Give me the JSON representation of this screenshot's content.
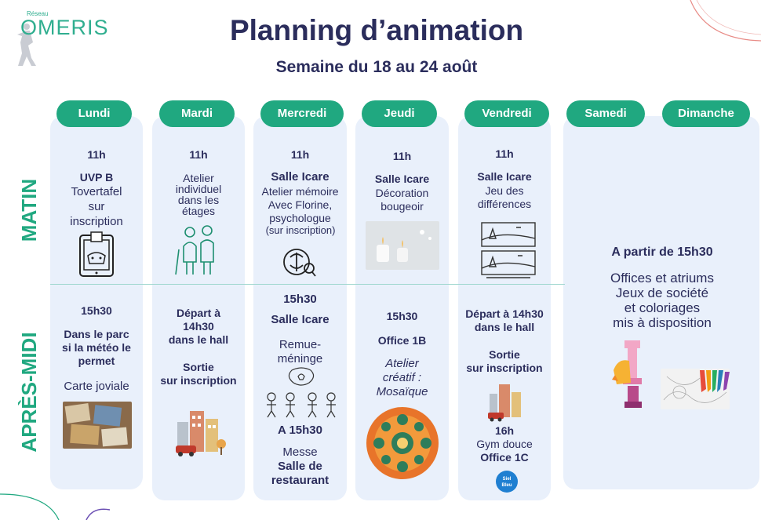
{
  "logo": {
    "small": "Réseau",
    "word": "OMERIS"
  },
  "header": {
    "title": "Planning d’animation",
    "subtitle": "Semaine du 18 au 24 août"
  },
  "periods": {
    "morning": "MATIN",
    "afternoon": "APRÈS-MIDI"
  },
  "days": [
    "Lundi",
    "Mardi",
    "Mercredi",
    "Jeudi",
    "Vendredi",
    "Samedi",
    "Dimanche"
  ],
  "lundi": {
    "am_time": "11h",
    "am_place": "UVP B",
    "am_act1": "Tovertafel",
    "am_act2": "sur",
    "am_act3": "inscription",
    "pm_time": "15h30",
    "pm_place1": "Dans le parc",
    "pm_place2": "si la météo le",
    "pm_place3": "permet",
    "pm_act": "Carte joviale"
  },
  "mardi": {
    "am_time": "11h",
    "am_act1": "Atelier",
    "am_act2": "individuel",
    "am_act3": "dans les",
    "am_act4": "étages",
    "pm_dep1": "Départ à",
    "pm_dep2": "14h30",
    "pm_dep3": "dans le hall",
    "pm_act1": "Sortie",
    "pm_act2": "sur inscription"
  },
  "mercredi": {
    "am_time": "11h",
    "am_place": "Salle Icare",
    "am_act1": "Atelier mémoire",
    "am_act2": "Avec Florine,",
    "am_act3": "psychologue",
    "am_act4": "(sur inscription)",
    "pm_time": "15h30",
    "pm_place": "Salle Icare",
    "pm_act1": "Remue-",
    "pm_act2": "méninge",
    "pm2_time": "A 15h30",
    "pm2_act": "Messe",
    "pm2_place1": "Salle de",
    "pm2_place2": "restaurant"
  },
  "jeudi": {
    "am_time": "11h",
    "am_place": "Salle Icare",
    "am_act1": "Décoration",
    "am_act2": "bougeoir",
    "pm_time": "15h30",
    "pm_place": "Office 1B",
    "pm_act1": "Atelier",
    "pm_act2": "créatif :",
    "pm_act3": "Mosaïque"
  },
  "vendredi": {
    "am_time": "11h",
    "am_place": "Salle Icare",
    "am_act1": "Jeu des",
    "am_act2": "différences",
    "pm_dep1": "Départ à 14h30",
    "pm_dep2": "dans le hall",
    "pm_act1": "Sortie",
    "pm_act2": "sur inscription",
    "pm2_time": "16h",
    "pm2_act": "Gym douce",
    "pm2_place": "Office 1C",
    "badge1": "Siel",
    "badge2": "Bleu"
  },
  "weekend": {
    "time": "A partir de 15h30",
    "line1": "Offices et atriums",
    "line2": "Jeux de société",
    "line3": "et coloriages",
    "line4": "mis à disposition"
  },
  "colors": {
    "green": "#20a880",
    "navy": "#2b2d5c",
    "column": "#e9f0fb",
    "coral": "#e88b86"
  }
}
